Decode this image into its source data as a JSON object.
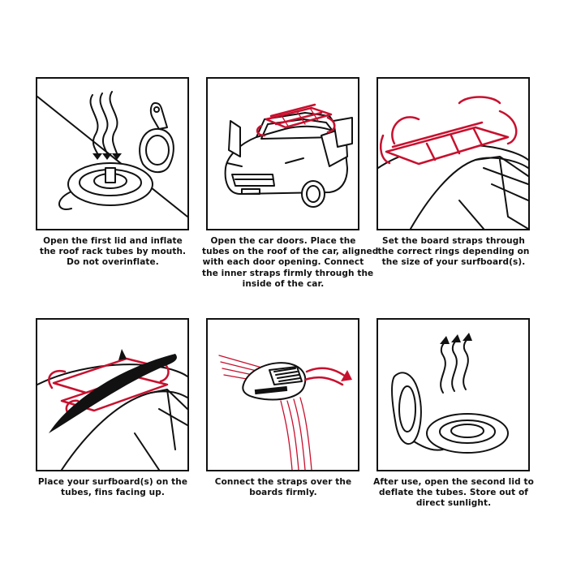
{
  "steps": [
    {
      "lines": [
        "Open the first lid and inflate",
        "the roof rack tubes by mouth.",
        "Do not overinflate."
      ]
    },
    {
      "lines": [
        "Open the car doors. Place the",
        "tubes on the roof of the car, aligned",
        "with each door opening. Connect",
        "the inner straps firmly through the",
        "inside of the car."
      ]
    },
    {
      "lines": [
        "Set the board straps through",
        "the correct rings depending on",
        "the size of your surfboard(s)."
      ]
    },
    {
      "lines": [
        "Place your surfboard(s) on the",
        "tubes, fins facing up."
      ]
    },
    {
      "lines": [
        "Connect the straps over the",
        "boards firmly."
      ]
    },
    {
      "lines": [
        "After use, open the second lid to",
        "deflate the tubes. Store out of",
        "direct sunlight."
      ]
    }
  ],
  "colors": {
    "accent": "#c8102e",
    "ink": "#111111"
  },
  "illustrations": [
    "valve-inflate",
    "car-doors-tubes",
    "roof-straps-rings",
    "surfboard-on-roof",
    "strap-buckle",
    "valve-deflate"
  ]
}
